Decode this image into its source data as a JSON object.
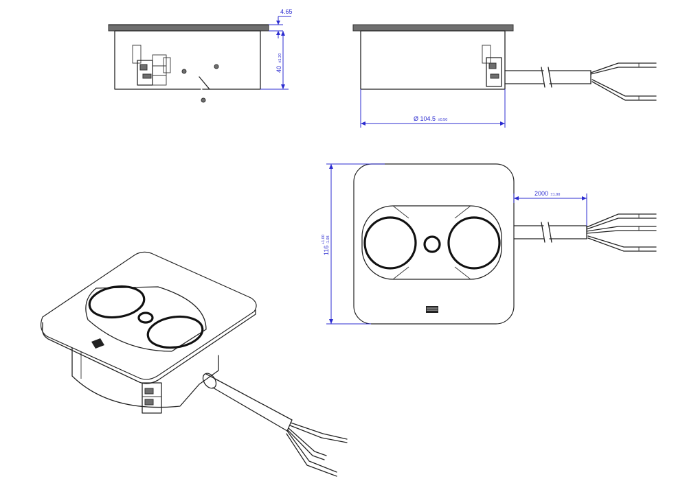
{
  "dimensions": {
    "top_height": "4.65",
    "depth_value": "40",
    "depth_tol": "±1.20",
    "diameter_value": "Ø 104.5",
    "diameter_tol": "±0.50",
    "cable_length_value": "2000",
    "cable_length_tol": "±1.00",
    "height_value": "116",
    "height_tol_upper": "+1.00",
    "height_tol_lower": "-1.08"
  },
  "colors": {
    "outline": "#222222",
    "dimension": "#2b2bd0",
    "shade": "#6f6f6f"
  }
}
